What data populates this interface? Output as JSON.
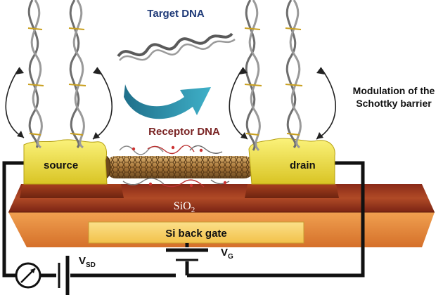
{
  "labels": {
    "target": "Target DNA",
    "receptor": "Receptor DNA",
    "modulation_line1": "Modulation of the",
    "modulation_line2": "Schottky barrier",
    "source": "source",
    "drain": "drain",
    "oxide_main": "SiO",
    "oxide_sub": "2",
    "gate": "Si back gate",
    "vsd_main": "V",
    "vsd_sub": "SD",
    "vg_main": "V",
    "vg_sub": "G"
  },
  "colors": {
    "target_text": "#1f3a78",
    "receptor_text": "#7a2424",
    "electrode": "#efe33a",
    "arrow": "#2e93ad",
    "oxide": "#a0371f",
    "gate": "#f5d264",
    "wire": "#111111"
  }
}
